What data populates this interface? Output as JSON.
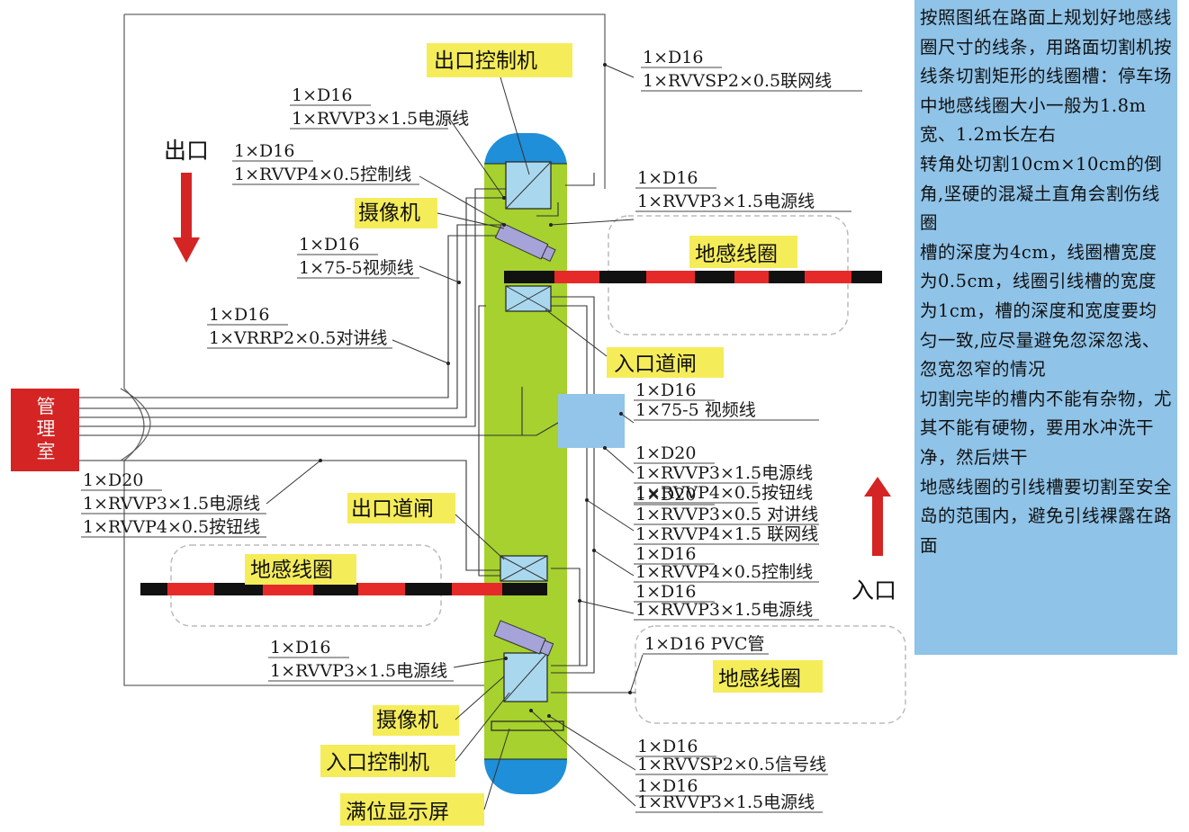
{
  "diagram": {
    "exit_label": "出口",
    "entry_label": "入口",
    "room_label": "管理室",
    "devices": {
      "exit_controller": "出口控制机",
      "camera_top": "摄像机",
      "entry_barrier": "入口道闸",
      "exit_barrier": "出口道闸",
      "camera_bottom": "摄像机",
      "entry_controller": "入口控制机",
      "full_display": "满位显示屏",
      "loop_top": "地感线圈",
      "loop_left": "地感线圈",
      "loop_bottom": "地感线圈"
    },
    "cable_labels": [
      [
        "1×D16",
        "1×RVVSP2×0.5联网线"
      ],
      [
        "1×D16",
        "1×RVVP3×1.5电源线"
      ],
      [
        "1×D16",
        "1×RVVP4×0.5控制线"
      ],
      [
        "1×D16",
        "1×RVVP3×1.5电源线"
      ],
      [
        "1×D16",
        "1×75-5视频线"
      ],
      [
        "1×D16",
        "1×VRRP2×0.5对讲线"
      ],
      [
        "1×D20",
        "1×RVVP3×1.5电源线",
        "1×RVVP4×0.5按钮线"
      ],
      [
        "1×D16",
        "1×75-5 视频线"
      ],
      [
        "1×D20",
        "1×RVVP3×1.5电源线",
        "1×RVVP4×0.5按钮线"
      ],
      [
        "1×D20",
        "1×RVVP3×0.5 对讲线",
        "1×RVVP4×1.5 联网线"
      ],
      [
        "1×D16",
        "1×RVVP4×0.5控制线"
      ],
      [
        "1×D16",
        "1×RVVP3×1.5电源线"
      ],
      [
        "1×D16",
        "1×RVVP3×1.5电源线"
      ],
      [
        "1×D16 PVC管"
      ],
      [
        "1×D16",
        "1×RVVSP2×0.5信号线"
      ],
      [
        "1×D16",
        "1×RVVP3×1.5电源线"
      ]
    ]
  },
  "notes": [
    "按照图纸在路面上规划好地感线圈尺寸的线条，用路面切割机按线条切割矩形的线圈槽：停车场中地感线圈大小一般为1.8m宽、1.2m长左右",
    "转角处切割10cm×10cm的倒角,坚硬的混凝土直角会割伤线圈",
    "槽的深度为4cm，线圈槽宽度为0.5cm，线圈引线槽的宽度为1cm，槽的深度和宽度要均匀一致,应尽量避免忽深忽浅、忽宽忽窄的情况",
    "切割完毕的槽内不能有杂物，尤其不能有硬物，要用水冲洗干净，然后烘干",
    "地感线圈的引线槽要切割至安全岛的范围内，避免引线裸露在路面"
  ],
  "colors": {
    "island": "#a6d12e",
    "island_cap": "#1e8fd8",
    "device_box": "#a9d8ee",
    "label_highlight": "#f5ec5a",
    "arrow": "#d42424",
    "room": "#d42424",
    "note_bg": "#8fc3e8",
    "loop_red": "#e62a2a",
    "loop_black": "#111111"
  }
}
